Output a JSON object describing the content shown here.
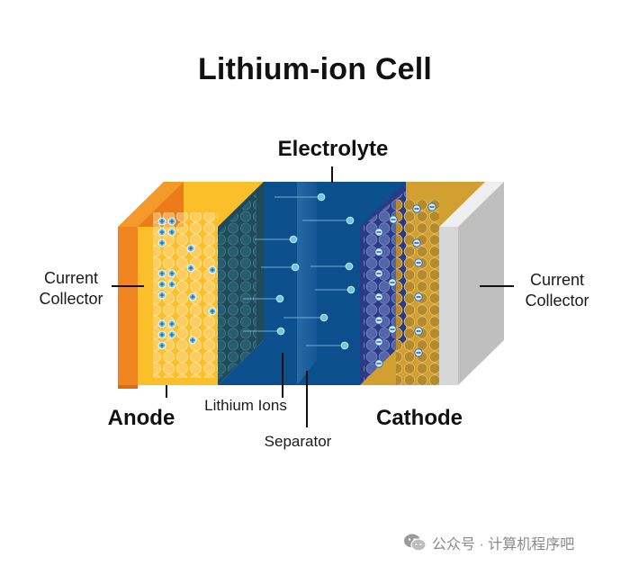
{
  "title": "Lithium-ion Cell",
  "labels": {
    "electrolyte": "Electrolyte",
    "current_collector_left": [
      "Current",
      "Collector"
    ],
    "current_collector_right": [
      "Current",
      "Collector"
    ],
    "anode": "Anode",
    "cathode": "Cathode",
    "lithium_ions": "Lithium Ions",
    "separator": "Separator"
  },
  "watermark": {
    "text": "公众号 · 计算机程序吧",
    "icon": "wechat-icon"
  },
  "colors": {
    "current_collector_anode": "#F0851F",
    "anode_layer": "#FBBF2A",
    "electrolyte_dark": "#1F4A5A",
    "electrolyte_blue": "#0B4F8C",
    "cathode_layer": "#2A3A86",
    "cathode_gold": "#D2A031",
    "current_collector_cathode": "#BFBFBF",
    "lithium_ion": "#6EC6F0"
  }
}
